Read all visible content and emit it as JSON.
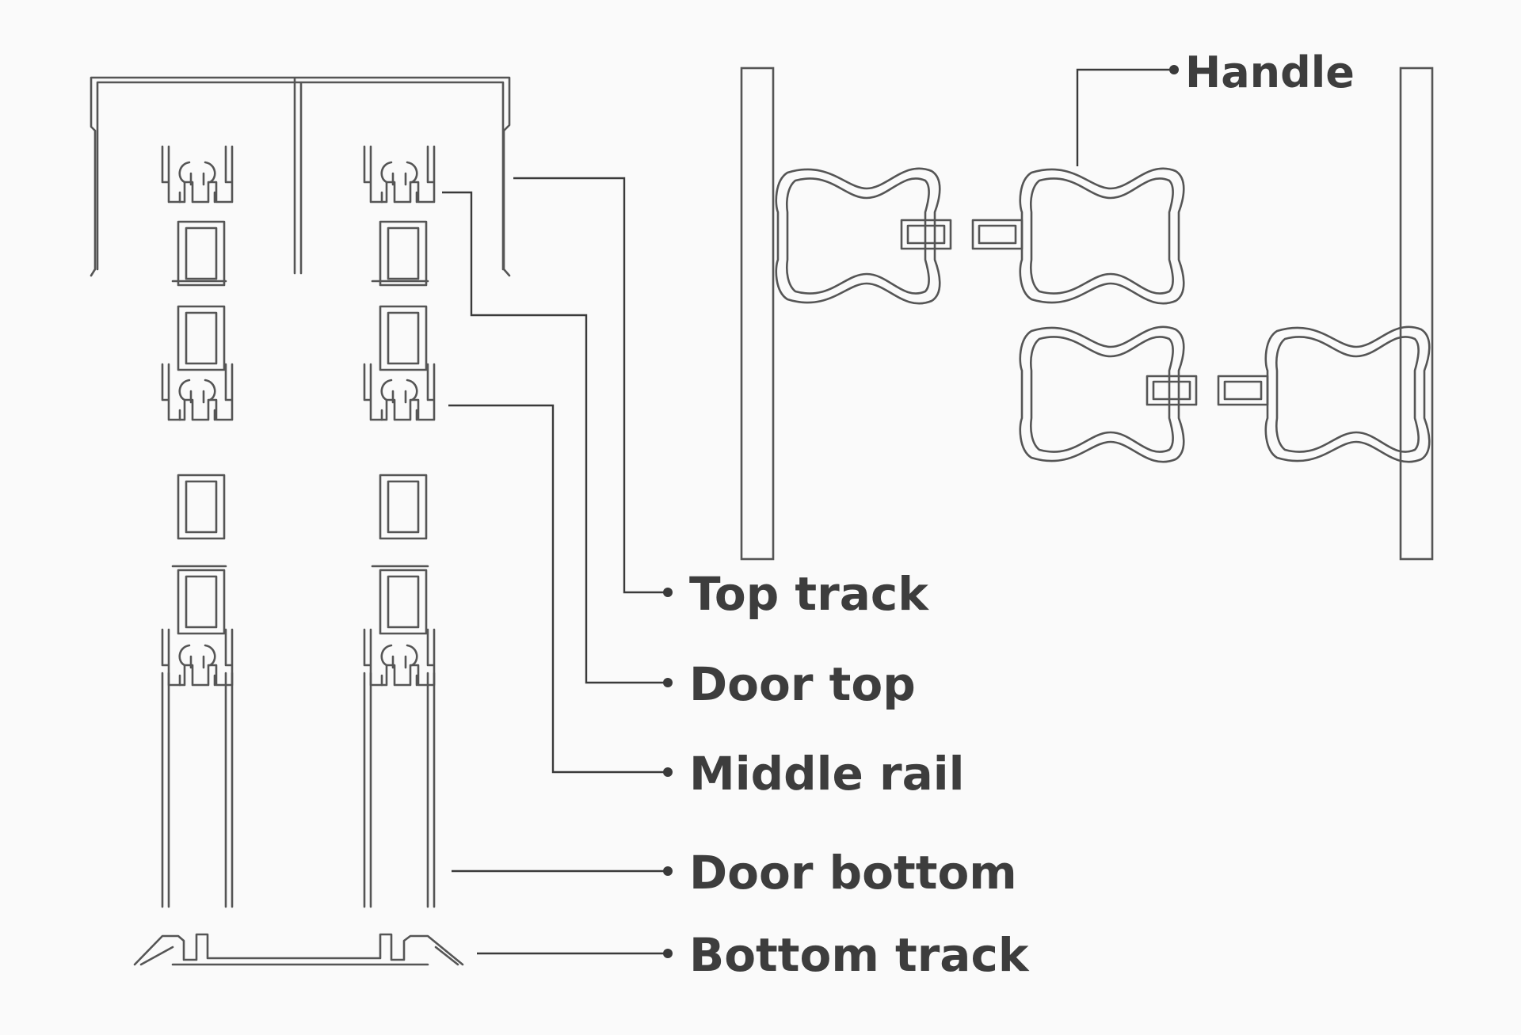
{
  "labels": {
    "handle": "Handle",
    "top_track": "Top track",
    "door_top": "Door top",
    "middle_rail": "Middle rail",
    "door_bottom": "Door bottom",
    "bottom_track": "Bottom track"
  },
  "colors": {
    "background": "#fafafa",
    "outline": "#555555",
    "text": "#3d3d3d"
  }
}
